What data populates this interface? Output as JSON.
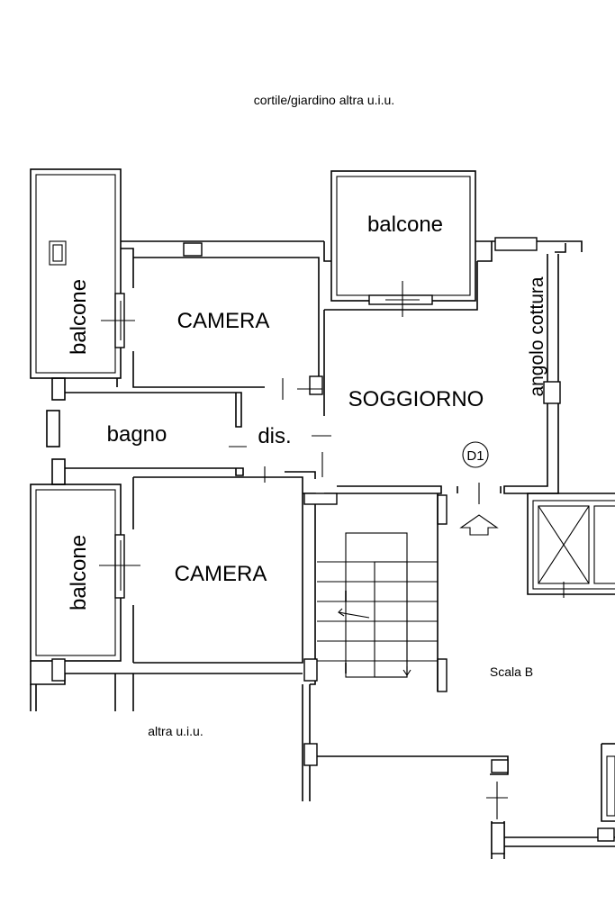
{
  "labels": {
    "top_note": "cortile/giardino altra u.i.u.",
    "balcony_top_left": "balcone",
    "balcony_top_center": "balcone",
    "balcony_bottom_left": "balcone",
    "room_camera_top": "CAMERA",
    "room_camera_bottom": "CAMERA",
    "room_soggiorno": "SOGGIORNO",
    "room_angolo_cottura": "angolo cottura",
    "room_bagno": "bagno",
    "room_dis": "dis.",
    "door_marker": "D1",
    "stair_label": "Scala B",
    "bottom_note": "altra u.i.u."
  }
}
